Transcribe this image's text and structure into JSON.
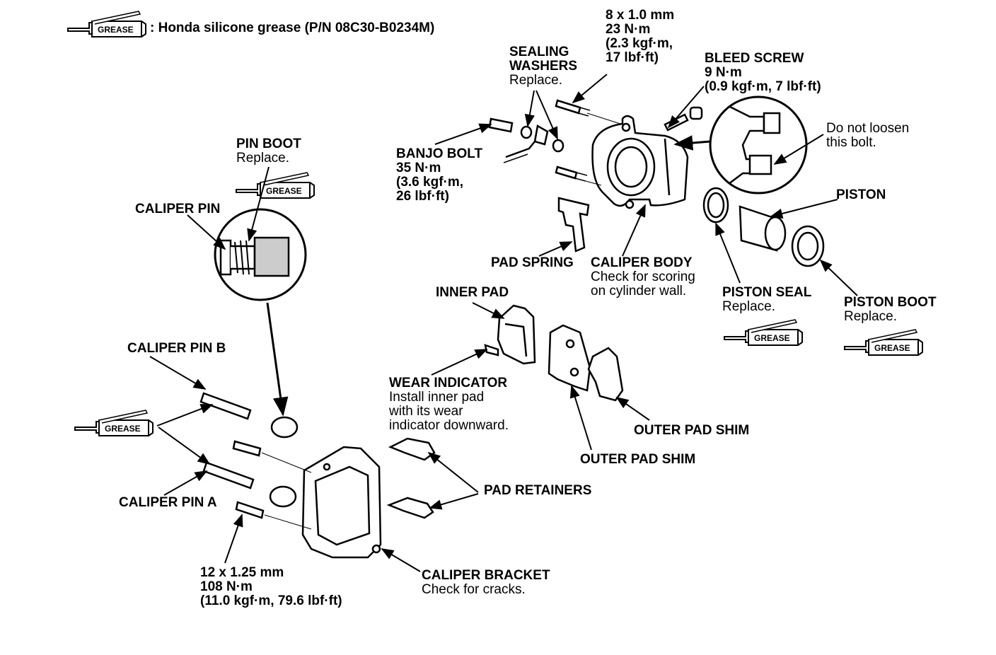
{
  "legend": {
    "grease_tag": "GREASE",
    "text": ": Honda silicone grease (P/N 08C30-B0234M)"
  },
  "labels": {
    "sealing_washers": {
      "title": "SEALING",
      "title2": "WASHERS",
      "note": "Replace."
    },
    "upper_bolt_spec": {
      "l1": "8 x 1.0 mm",
      "l2": "23 N·m",
      "l3": "(2.3 kgf·m,",
      "l4": "17 lbf·ft)"
    },
    "bleed_screw": {
      "title": "BLEED SCREW",
      "l1": "9 N·m",
      "l2": "(0.9 kgf·m, 7 lbf·ft)"
    },
    "do_not_loosen": {
      "l1": "Do not loosen",
      "l2": "this bolt."
    },
    "pin_boot": {
      "title": "PIN BOOT",
      "note": "Replace."
    },
    "caliper_pin": {
      "title": "CALIPER PIN"
    },
    "banjo_bolt": {
      "title": "BANJO BOLT",
      "l1": "35 N·m",
      "l2": "(3.6 kgf·m,",
      "l3": "26 lbf·ft)"
    },
    "piston": {
      "title": "PISTON"
    },
    "pad_spring": {
      "title": "PAD SPRING"
    },
    "caliper_body": {
      "title": "CALIPER BODY",
      "l1": "Check for scoring",
      "l2": "on cylinder wall."
    },
    "piston_seal": {
      "title": "PISTON SEAL",
      "note": "Replace."
    },
    "piston_boot": {
      "title": "PISTON BOOT",
      "note": "Replace."
    },
    "inner_pad": {
      "title": "INNER PAD"
    },
    "caliper_pin_b": {
      "title": "CALIPER PIN B"
    },
    "wear_indicator": {
      "title": "WEAR INDICATOR",
      "l1": "Install inner pad",
      "l2": "with its wear",
      "l3": "indicator downward."
    },
    "outer_pad_shim_1": {
      "title": "OUTER PAD SHIM"
    },
    "outer_pad_shim_2": {
      "title": "OUTER PAD SHIM"
    },
    "pad_retainers": {
      "title": "PAD RETAINERS"
    },
    "caliper_pin_a": {
      "title": "CALIPER PIN A"
    },
    "bracket_bolt_spec": {
      "l1": "12 x 1.25 mm",
      "l2": "108 N·m",
      "l3": "(11.0 kgf·m, 79.6 lbf·ft)"
    },
    "caliper_bracket": {
      "title": "CALIPER BRACKET",
      "note": "Check for cracks."
    }
  }
}
